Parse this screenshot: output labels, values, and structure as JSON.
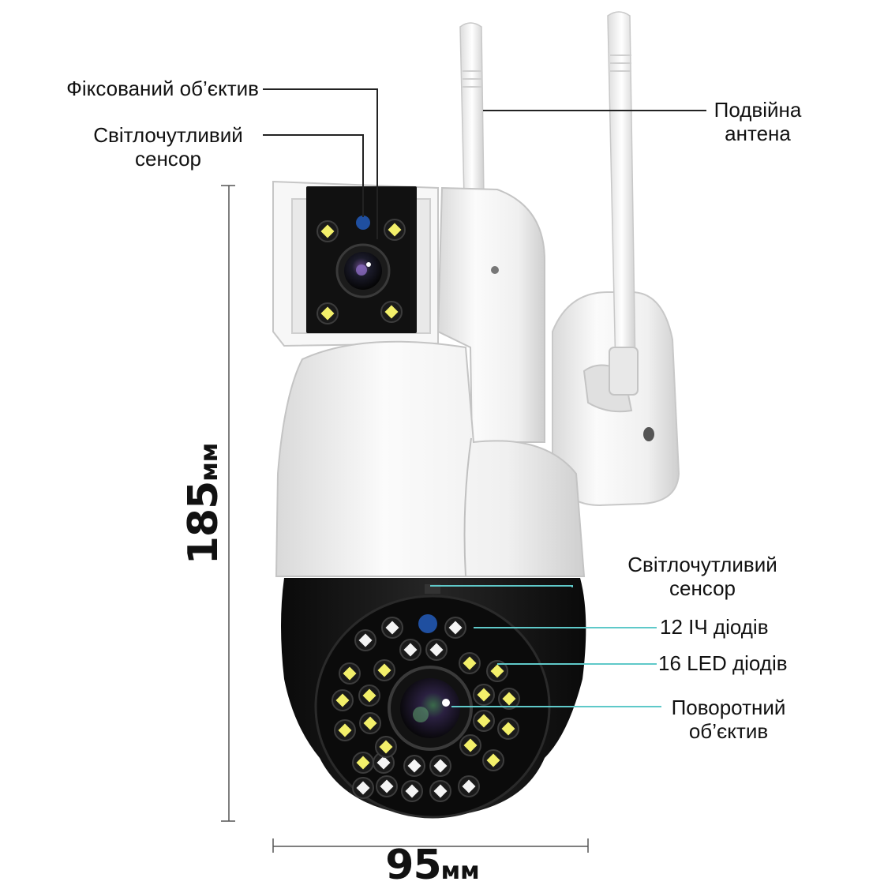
{
  "labels": {
    "fixed_lens": "Фіксований об’єктив",
    "light_sensor_top": [
      "Світлочутливий",
      "сенсор"
    ],
    "dual_antenna": [
      "Подвійна",
      "антена"
    ],
    "light_sensor_bottom": [
      "Світлочутливий",
      "сенсор"
    ],
    "ir_diodes": "12 ІЧ діодів",
    "led_diodes": "16 LED діодів",
    "rotating_lens": [
      "Поворотний",
      "об’єктив"
    ]
  },
  "dimensions": {
    "height_value": "185",
    "height_unit": "мм",
    "width_value": "95",
    "width_unit": "мм"
  },
  "colors": {
    "body_white": "#f2f2f2",
    "body_black": "#141414",
    "sensor_blue": "#1f4fa0",
    "ir_led": "#f4f4f4",
    "white_led": "#f3f06a",
    "callout_line_dark": "#222222",
    "callout_line_cyan": "#5fc9c9"
  }
}
